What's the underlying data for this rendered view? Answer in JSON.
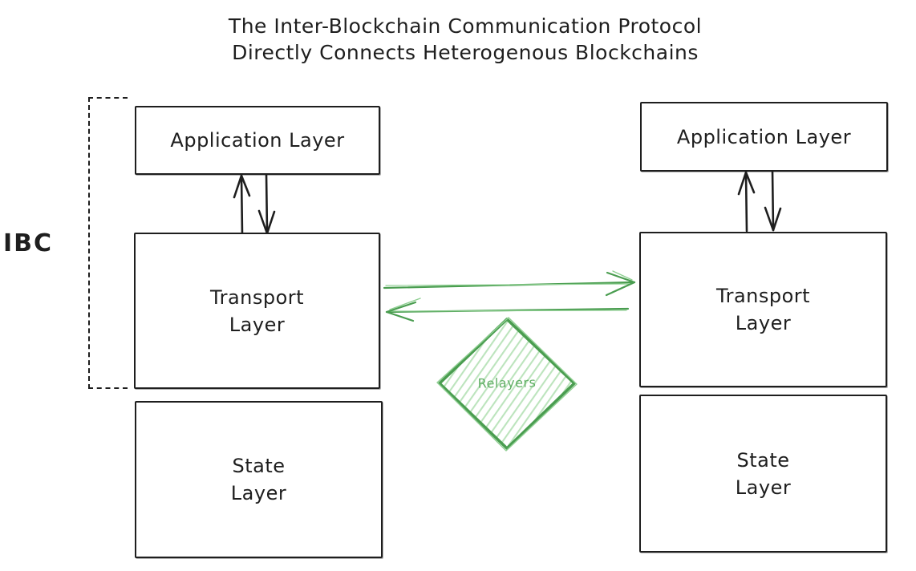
{
  "title": {
    "line1": "The Inter-Blockchain Communication Protocol",
    "line2": "Directly Connects Heterogenous Blockchains"
  },
  "ibc_label": "IBC",
  "chains": {
    "left": {
      "application": "Application Layer",
      "transport": "Transport\nLayer",
      "state": "State\nLayer"
    },
    "right": {
      "application": "Application Layer",
      "transport": "Transport\nLayer",
      "state": "State\nLayer"
    }
  },
  "relayers_label": "Relayers",
  "colors": {
    "ink": "#1e1e1e",
    "green": "#4a9d50",
    "green_faint": "#8fcf92",
    "green_light": "#bce4bd",
    "green_text": "#5fae63"
  }
}
